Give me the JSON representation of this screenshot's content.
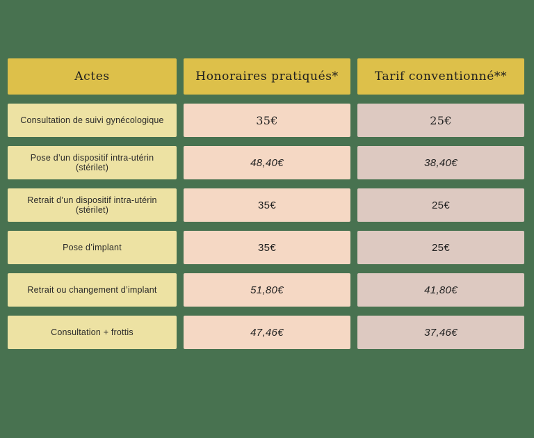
{
  "colors": {
    "background": "#487250",
    "header-gold": "#ddc04a",
    "acte-yellow": "#ede2a3",
    "honoraires-peach": "#f5d8c4",
    "tarif-mauve": "#ddc9c1",
    "text": "#1f1f1f"
  },
  "chart_data": {
    "type": "table",
    "columns": [
      "Actes",
      "Honoraires pratiqués*",
      "Tarif conventionné**"
    ],
    "rows": [
      [
        "Consultation de suivi gynécologique",
        "35€",
        "25€"
      ],
      [
        "Pose d’un dispositif intra-utérin (stérilet)",
        "48,40€",
        "38,40€"
      ],
      [
        "Retrait d’un dispositif intra-utérin (stérilet)",
        "35€",
        "25€"
      ],
      [
        "Pose d’implant",
        "35€",
        "25€"
      ],
      [
        "Retrait ou changement d’implant",
        "51,80€",
        "41,80€"
      ],
      [
        "Consultation + frottis",
        "47,46€",
        "37,46€"
      ]
    ]
  }
}
